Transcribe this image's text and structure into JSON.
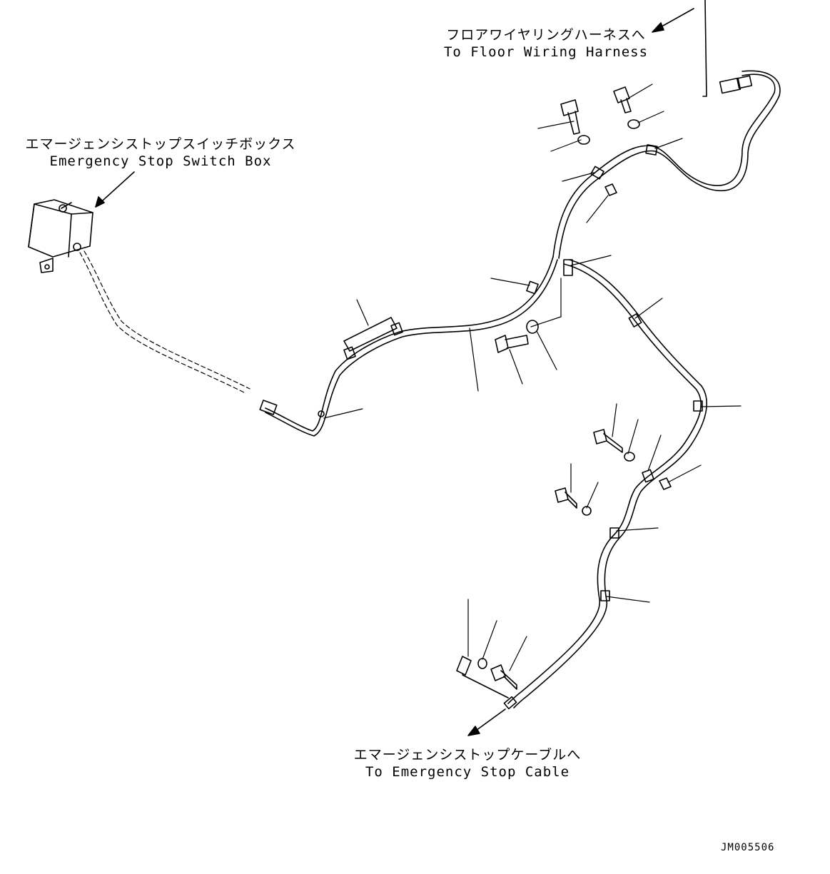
{
  "labels": {
    "floor_harness": {
      "ja": "フロアワイヤリングハーネスへ",
      "en": "To Floor Wiring Harness"
    },
    "switch_box": {
      "ja": "エマージェンシストップスイッチボックス",
      "en": "Emergency Stop Switch Box"
    },
    "stop_cable": {
      "ja": "エマージェンシストップケーブルへ",
      "en": "To Emergency Stop Cable"
    }
  },
  "drawing_id": "JM005506",
  "colors": {
    "line": "#000000",
    "background": "#ffffff"
  }
}
